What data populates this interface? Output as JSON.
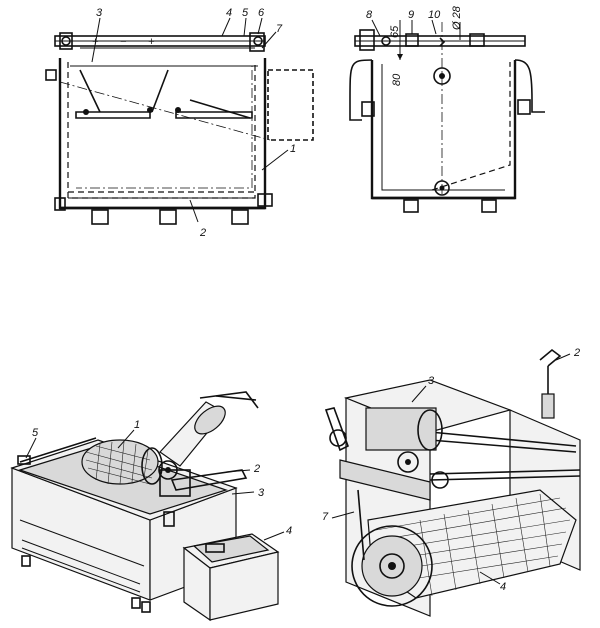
{
  "figures": {
    "section_left": {
      "callouts": [
        "3",
        "4",
        "5",
        "6",
        "7",
        "1",
        "2"
      ]
    },
    "section_right": {
      "callouts": [
        "8",
        "65",
        "9",
        "10",
        "Ø 28",
        "80"
      ]
    },
    "machine_left": {
      "callouts": [
        "5",
        "1",
        "2",
        "3",
        "4"
      ]
    },
    "machine_right": {
      "callouts": [
        "2",
        "3",
        "7",
        "4"
      ]
    }
  }
}
